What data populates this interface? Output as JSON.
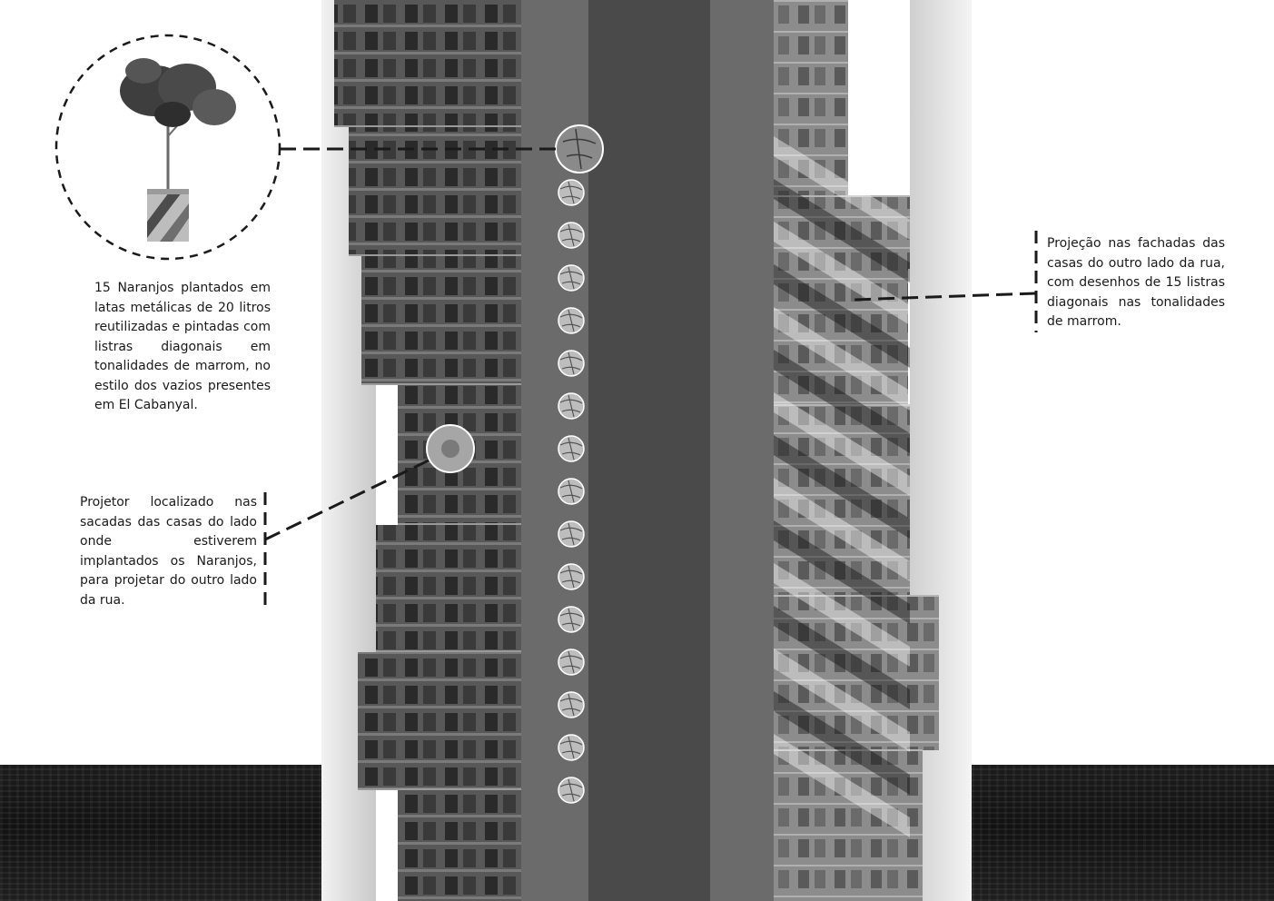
{
  "annotations": {
    "naranjos": "15 Naranjos plantados em latas metálicas de 20 litros reutilizadas e pintadas com listras diagonais em tonalidades de marrom, no estilo dos vazios presentes em El Cabanyal.",
    "projetor": "Projetor localizado nas sacadas das casas do lado onde estiverem implantados os Naranjos, para projetar do outro lado da rua.",
    "projecao": "Projeção nas fachadas das casas do outro lado da rua, com desenhos de 15 listras diagonais nas tonalidades de marrom."
  },
  "elements": {
    "tree_count": 15,
    "stripe_count": 15,
    "tree_icon": "tree-icon",
    "projector_icon": "projector-icon"
  },
  "colors": {
    "road_dark": "#4a4a4a",
    "sidewalk": "#6b6b6b",
    "facade_left": "#5c5c5c",
    "facade_right": "#8a8a8a",
    "sky": "#d9d9d9",
    "ground": "#161616",
    "leader_line": "#1a1a1a",
    "stripe": "#ffffff"
  }
}
